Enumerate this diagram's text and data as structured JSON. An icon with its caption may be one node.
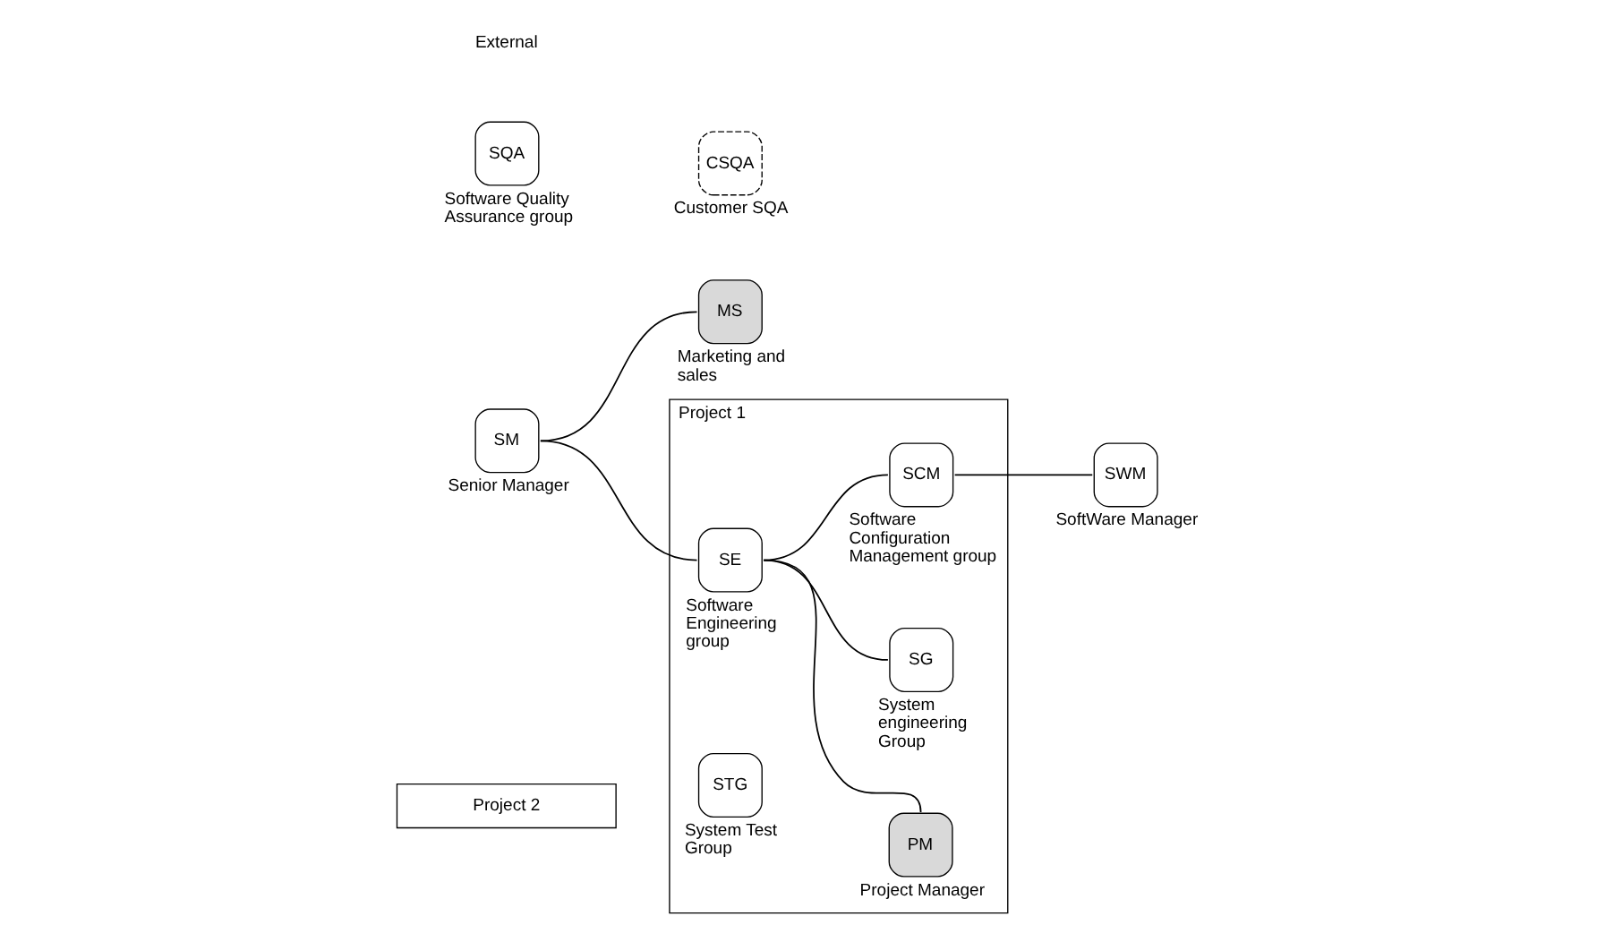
{
  "diagram": {
    "nodes": [
      {
        "text": [
          "SM"
        ],
        "beside": [
          "Senior Manager"
        ]
      },
      {
        "text": [
          "MS"
        ],
        "beside": [
          "Marketing and sales"
        ]
      },
      {
        "text": [
          "SQA"
        ],
        "beside": [
          "Software Quality Assurance group"
        ]
      },
      {
        "text": [
          "Project 2"
        ]
      },
      {
        "text": [
          "Project 1"
        ]
      },
      {
        "text": [
          "STG"
        ],
        "in": 4,
        "beside": [
          "System Test Group"
        ]
      },
      {
        "text": [
          "SE"
        ],
        "in": 4,
        "beside": [
          "Software Engineering group"
        ]
      },
      {
        "text": [
          "PM"
        ],
        "in": 4,
        "beside": [
          "Project Manager"
        ]
      },
      {
        "text": [
          "SG"
        ],
        "in": 4,
        "beside": [
          "System engineering Group"
        ]
      },
      {
        "text": [
          "SCM"
        ],
        "in": 4,
        "beside": [
          "Software Configuration Management group"
        ]
      },
      {
        "text": [
          "CSQA"
        ],
        "beside": [
          "Customer SQA"
        ]
      },
      {
        "text": [
          "SWM"
        ],
        "beside": [
          "SoftWare Manager"
        ]
      }
    ],
    "edges": [
      {
        "from": 0,
        "to": 1,
        "arrow": "none"
      },
      {
        "from": 0,
        "to": 6,
        "arrow": "none"
      },
      {
        "from": 6,
        "to": 7,
        "arrow": "none"
      },
      {
        "from": 6,
        "to": 8,
        "arrow": "none"
      },
      {
        "from": 6,
        "to": 9,
        "arrow": "none"
      },
      {
        "from": 9,
        "to": 11,
        "arrow": "none"
      }
    ],
    "labels": [
      "External"
    ]
  }
}
